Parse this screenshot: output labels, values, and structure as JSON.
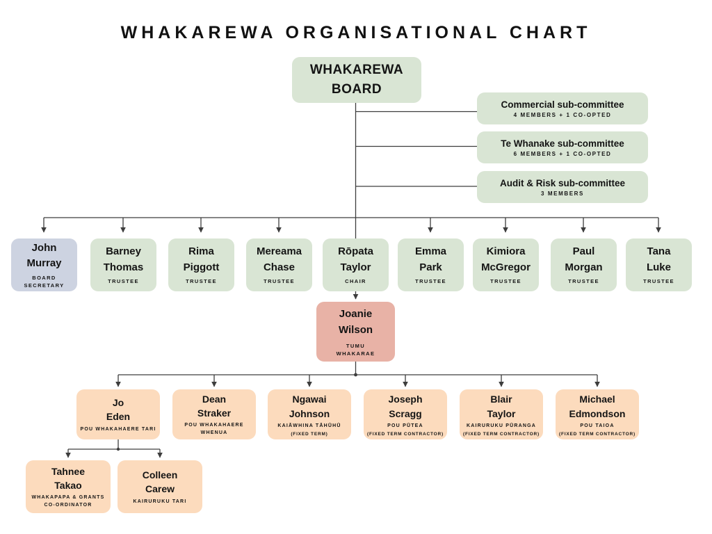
{
  "title": "WHAKAREWA ORGANISATIONAL CHART",
  "colors": {
    "box_green": "#d9e5d4",
    "box_blue_gray": "#cdd3e1",
    "box_salmon": "#e8b2a6",
    "box_peach": "#fcdbbd",
    "line": "#3d3d3d",
    "text": "#141414"
  },
  "board": {
    "name": "WHAKAREWA\nBOARD"
  },
  "subcommittees": [
    {
      "name": "Commercial sub-committee",
      "members": "4 MEMBERS + 1 CO-OPTED"
    },
    {
      "name": "Te Whanake sub-committee",
      "members": "6 MEMBERS + 1 CO-OPTED"
    },
    {
      "name": "Audit & Risk sub-committee",
      "members": "3 MEMBERS"
    }
  ],
  "board_row": [
    {
      "name": "John\nMurray",
      "role": "BOARD SECRETARY"
    },
    {
      "name": "Barney\nThomas",
      "role": "TRUSTEE"
    },
    {
      "name": "Rima\nPiggott",
      "role": "TRUSTEE"
    },
    {
      "name": "Mereama\nChase",
      "role": "TRUSTEE"
    },
    {
      "name": "Rōpata\nTaylor",
      "role": "CHAIR"
    },
    {
      "name": "Emma\nPark",
      "role": "TRUSTEE"
    },
    {
      "name": "Kimiora\nMcGregor",
      "role": "TRUSTEE"
    },
    {
      "name": "Paul\nMorgan",
      "role": "TRUSTEE"
    },
    {
      "name": "Tana\nLuke",
      "role": "TRUSTEE"
    }
  ],
  "ceo": {
    "name": "Joanie\nWilson",
    "role": "TUMU WHAKARAE"
  },
  "staff": [
    {
      "name": "Jo\nEden",
      "role": "POU WHAKAHAERE TARI"
    },
    {
      "name": "Dean\nStraker",
      "role": "POU WHAKAHAERE WHENUA"
    },
    {
      "name": "Ngawai\nJohnson",
      "role": "KAIĀWHINA TĀHŪHŪ",
      "note": "(FIXED TERM)"
    },
    {
      "name": "Joseph\nScragg",
      "role": "POU PŪTEA",
      "note": "(FIXED TERM CONTRACTOR)"
    },
    {
      "name": "Blair\nTaylor",
      "role": "KAIRURUKU PŪRANGA",
      "note": "(FIXED TERM CONTRACTOR)"
    },
    {
      "name": "Michael\nEdmondson",
      "role": "POU TAIOA",
      "note": "(FIXED TERM CONTRACTOR)"
    }
  ],
  "admin": [
    {
      "name": "Tahnee\nTakao",
      "role": "WHAKAPAPA & GRANTS CO-ORDINATOR"
    },
    {
      "name": "Colleen\nCarew",
      "role": "KAIRURUKU TARI"
    }
  ]
}
